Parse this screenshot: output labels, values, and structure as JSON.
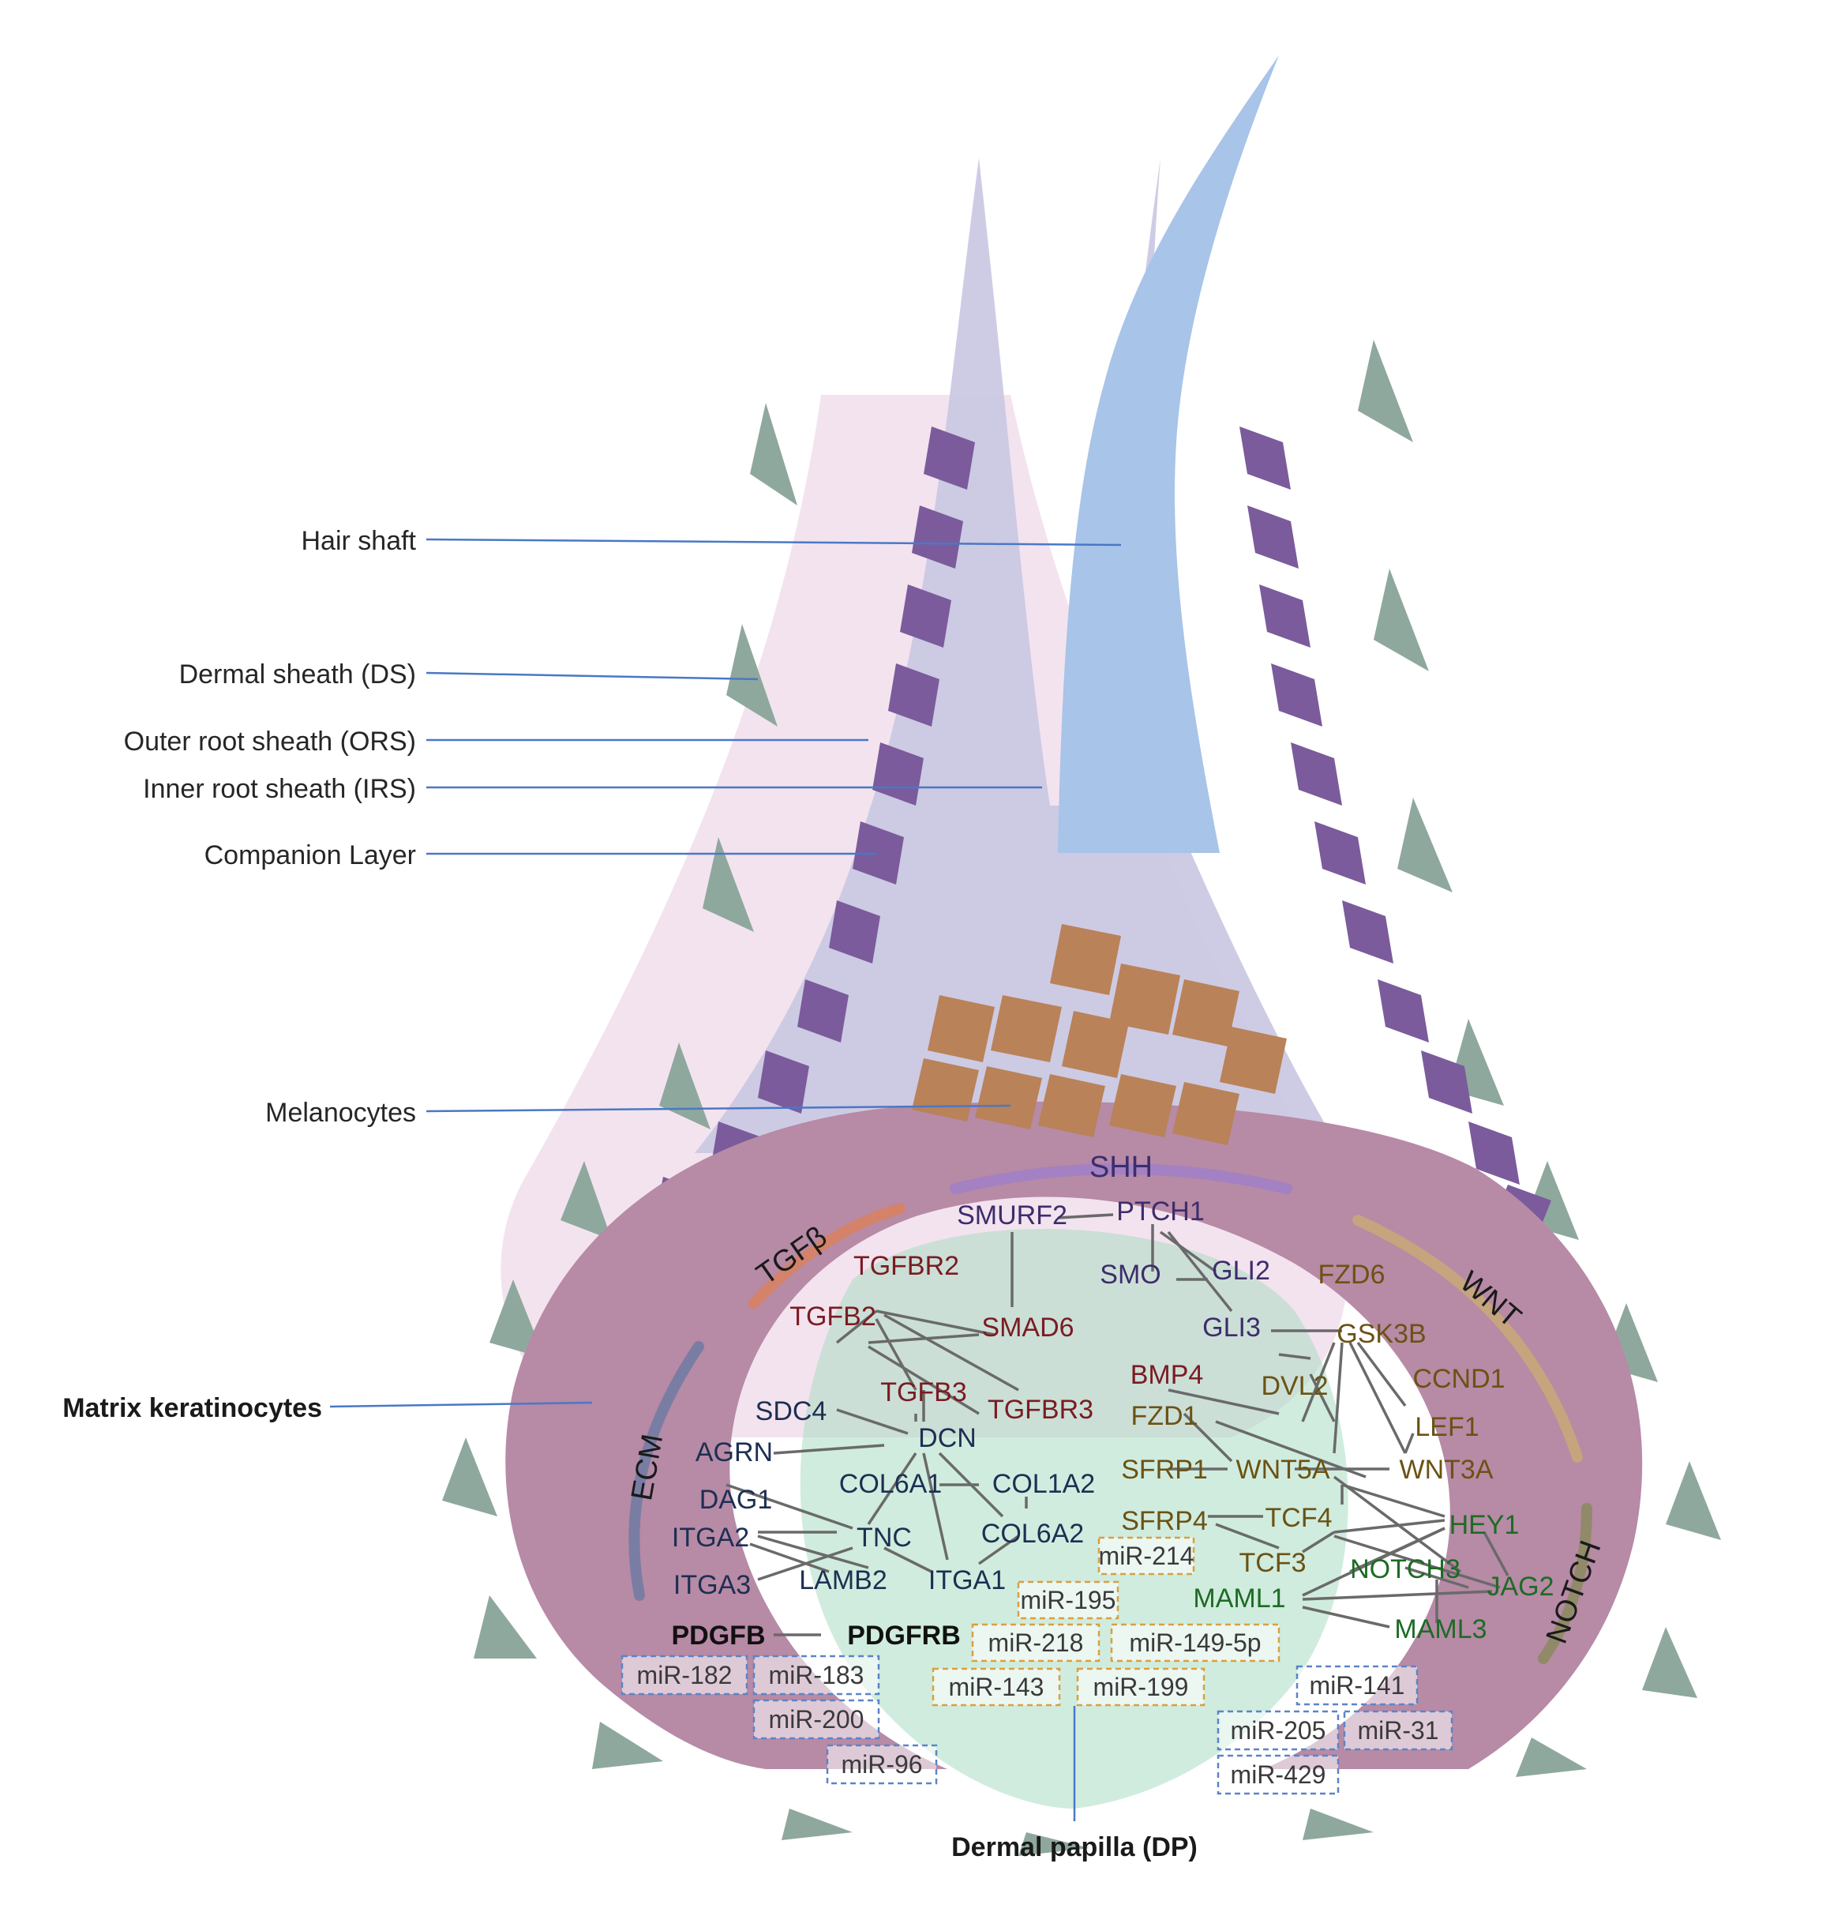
{
  "labels": {
    "hair_shaft": "Hair shaft",
    "dermal_sheath": "Dermal sheath (DS)",
    "ors": "Outer root sheath (ORS)",
    "irs": "Inner root sheath (IRS)",
    "companion": "Companion Layer",
    "melanocytes": "Melanocytes",
    "matrix": "Matrix keratinocytes",
    "dp": "Dermal papilla (DP)"
  },
  "pathways": {
    "shh": "SHH",
    "tgfb": "TGFβ",
    "wnt": "WNT",
    "ecm": "ECM",
    "notch": "NOTCH"
  },
  "genes": {
    "shh": [
      "SMURF2",
      "PTCH1",
      "SMO",
      "GLI2",
      "GLI3"
    ],
    "tgfb": [
      "TGFBR2",
      "TGFB2",
      "SMAD6",
      "TGFB3",
      "TGFBR3",
      "BMP4"
    ],
    "wnt": [
      "FZD6",
      "GSK3B",
      "CCND1",
      "DVL2",
      "LEF1",
      "FZD1",
      "SFRP1",
      "WNT5A",
      "WNT3A",
      "SFRP4",
      "TCF4",
      "TCF3"
    ],
    "ecm": [
      "SDC4",
      "AGRN",
      "DCN",
      "DAG1",
      "COL6A1",
      "COL1A2",
      "ITGA2",
      "TNC",
      "COL6A2",
      "ITGA3",
      "LAMB2",
      "ITGA1"
    ],
    "notch": [
      "HEY1",
      "NOTCH3",
      "JAG2",
      "MAML1",
      "MAML3"
    ],
    "pdgf": [
      "PDGFB",
      "PDGFRB"
    ]
  },
  "mirnas": {
    "orange": [
      "miR-214",
      "miR-195",
      "miR-218",
      "miR-149-5p",
      "miR-143",
      "miR-199"
    ],
    "blue": [
      "miR-182",
      "miR-183",
      "miR-200",
      "miR-96",
      "miR-141",
      "miR-205",
      "miR-31",
      "miR-429"
    ]
  },
  "colors": {
    "hair_shaft": "#a8c4e8",
    "irs": "#c9c7e2",
    "companion": "#7b5b9b",
    "ors": "#efdaea",
    "dermal_sheath": "#8fa89d",
    "melanocytes": "#b98258",
    "matrix": "#b78aa6",
    "dp": "#a9dcc2",
    "shh": "#3d2d6b",
    "tgfb": "#7a1c22",
    "wnt": "#6b5214",
    "ecm": "#1d2f52",
    "notch": "#1d6b24",
    "pdgf": "#111111",
    "mir_orange": "#d9a040",
    "mir_blue": "#5a85c8"
  }
}
